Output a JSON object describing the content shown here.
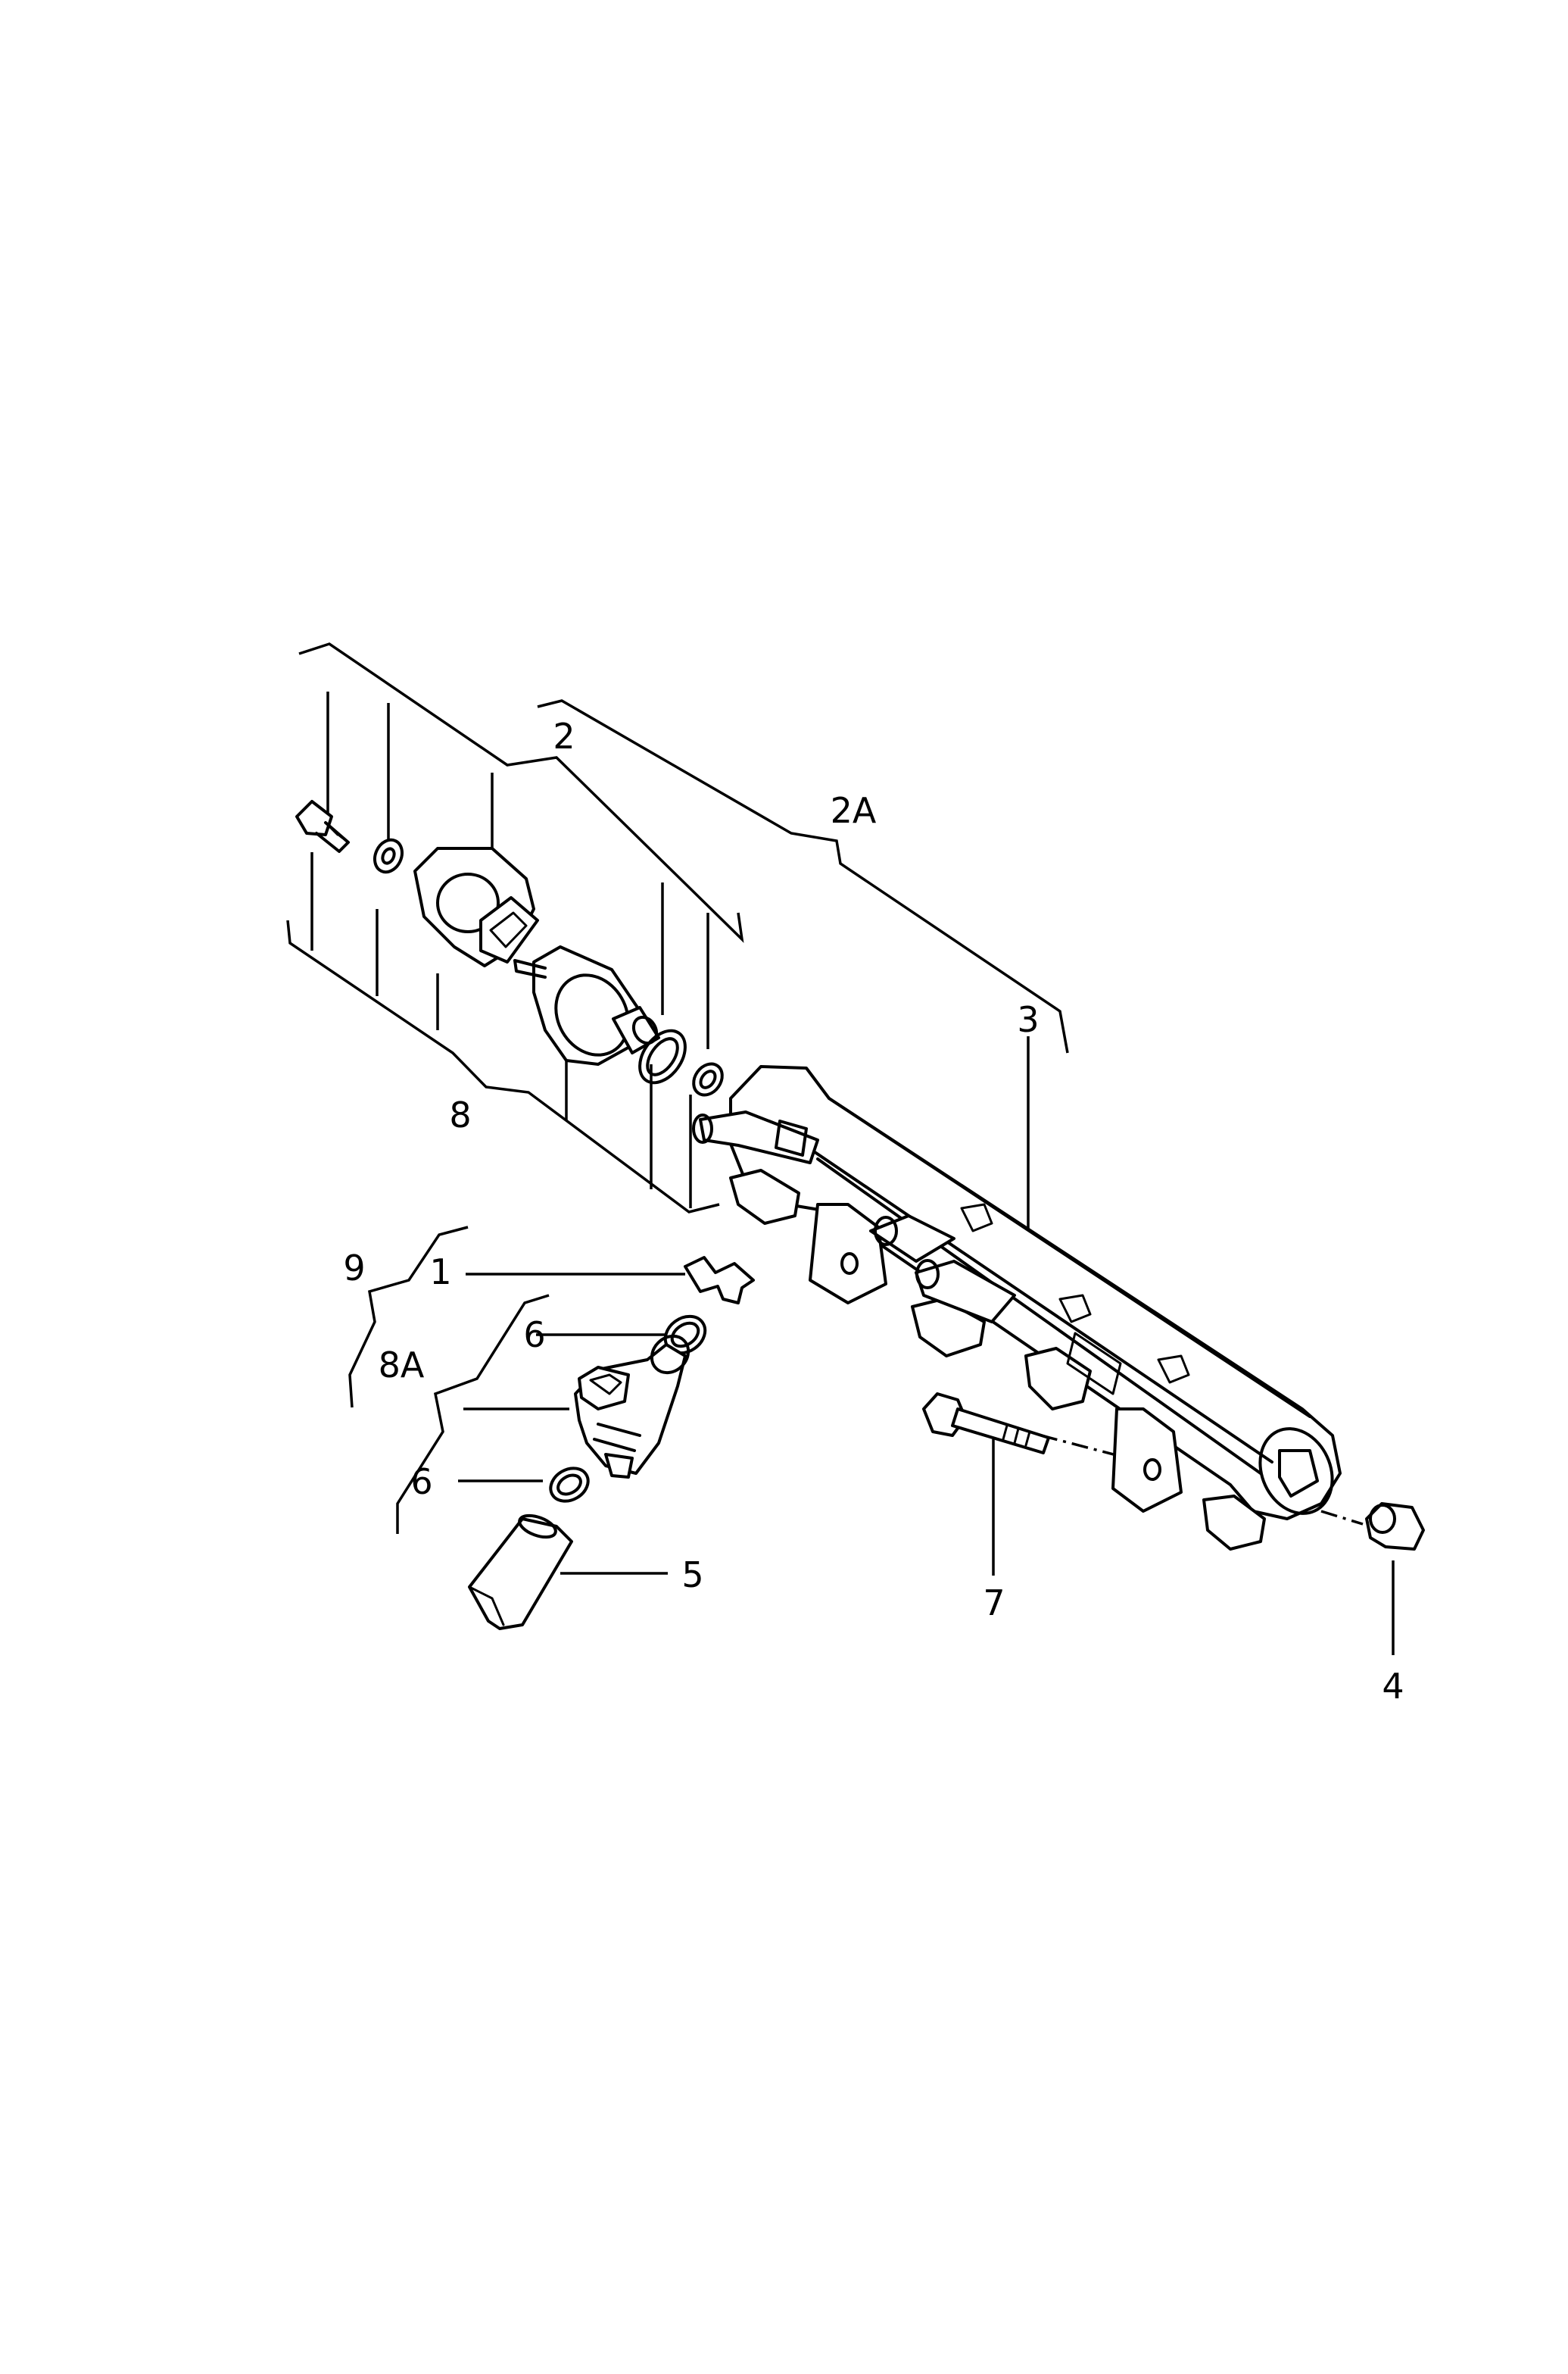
{
  "callouts": {
    "c1": "1",
    "c2": "2",
    "c2A": "2A",
    "c3": "3",
    "c4": "4",
    "c5": "5",
    "c6a": "6",
    "c6b": "6",
    "c7": "7",
    "c8": "8",
    "c8A": "8A",
    "c9": "9"
  }
}
